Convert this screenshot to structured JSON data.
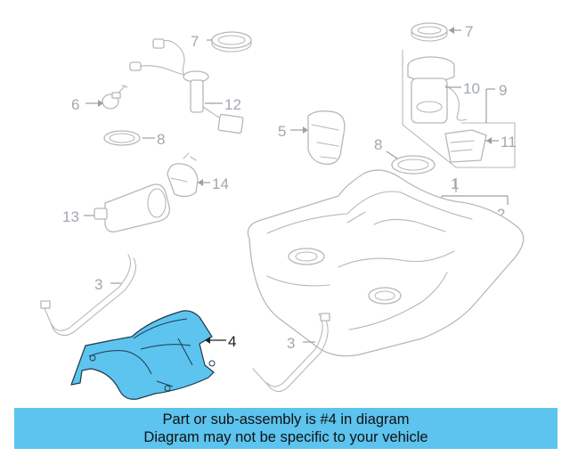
{
  "callouts": {
    "c7a": "7",
    "c7b": "7",
    "c6": "6",
    "c12": "12",
    "c10": "10",
    "c9": "9",
    "c8a": "8",
    "c5": "5",
    "c8b": "8",
    "c11": "11",
    "c14": "14",
    "c13": "13",
    "c1": "1",
    "c2": "2",
    "c3a": "3",
    "c3b": "3",
    "c4": "4"
  },
  "highlighted_part": "4",
  "highlight_color": "#5cc4ee",
  "banner": {
    "line1": "Part or sub-assembly is #4 in diagram",
    "line2": "Diagram may not be specific to your vehicle"
  }
}
